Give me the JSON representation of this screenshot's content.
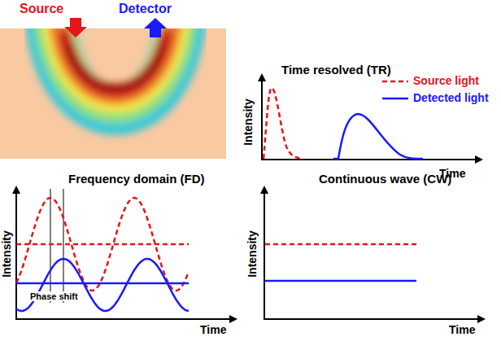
{
  "diagram": {
    "labels": [
      "Source",
      "Detector",
      "Time resolved (TR)",
      "Intensity",
      "Time",
      "Frequency domain (FD)",
      "Phase shift",
      "Intensity",
      "Time",
      "Continuous wave (CW)",
      "Intensity",
      "Time"
    ],
    "legend": [
      {
        "text": "Source light"
      },
      {
        "text": "Detected light"
      }
    ]
  }
}
